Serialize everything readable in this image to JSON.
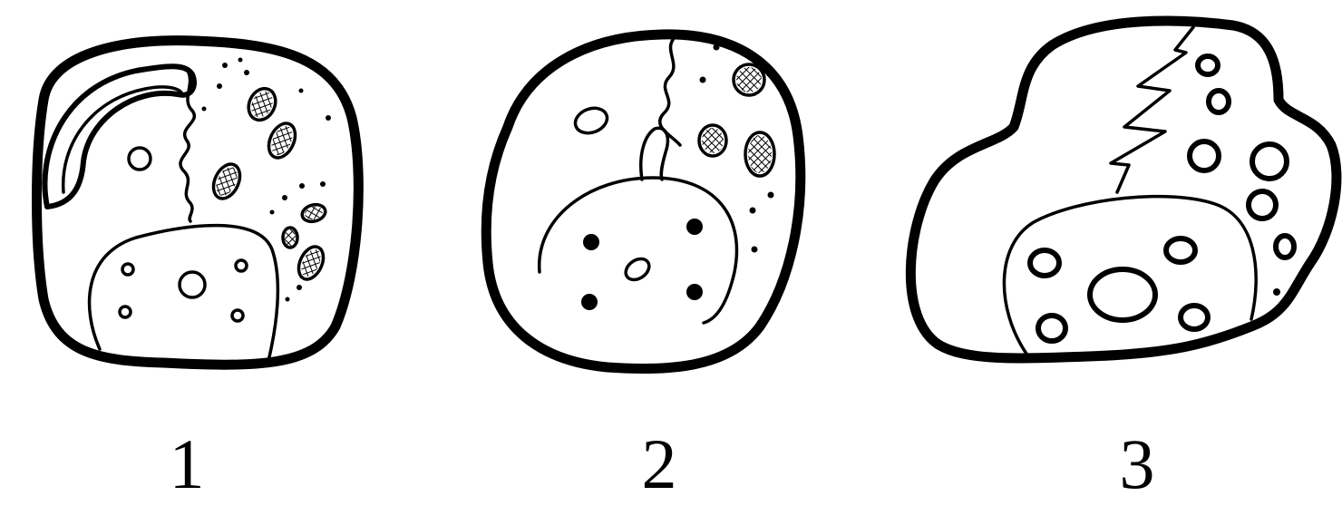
{
  "figures": [
    {
      "label": "1"
    },
    {
      "label": "2"
    },
    {
      "label": "3"
    }
  ]
}
